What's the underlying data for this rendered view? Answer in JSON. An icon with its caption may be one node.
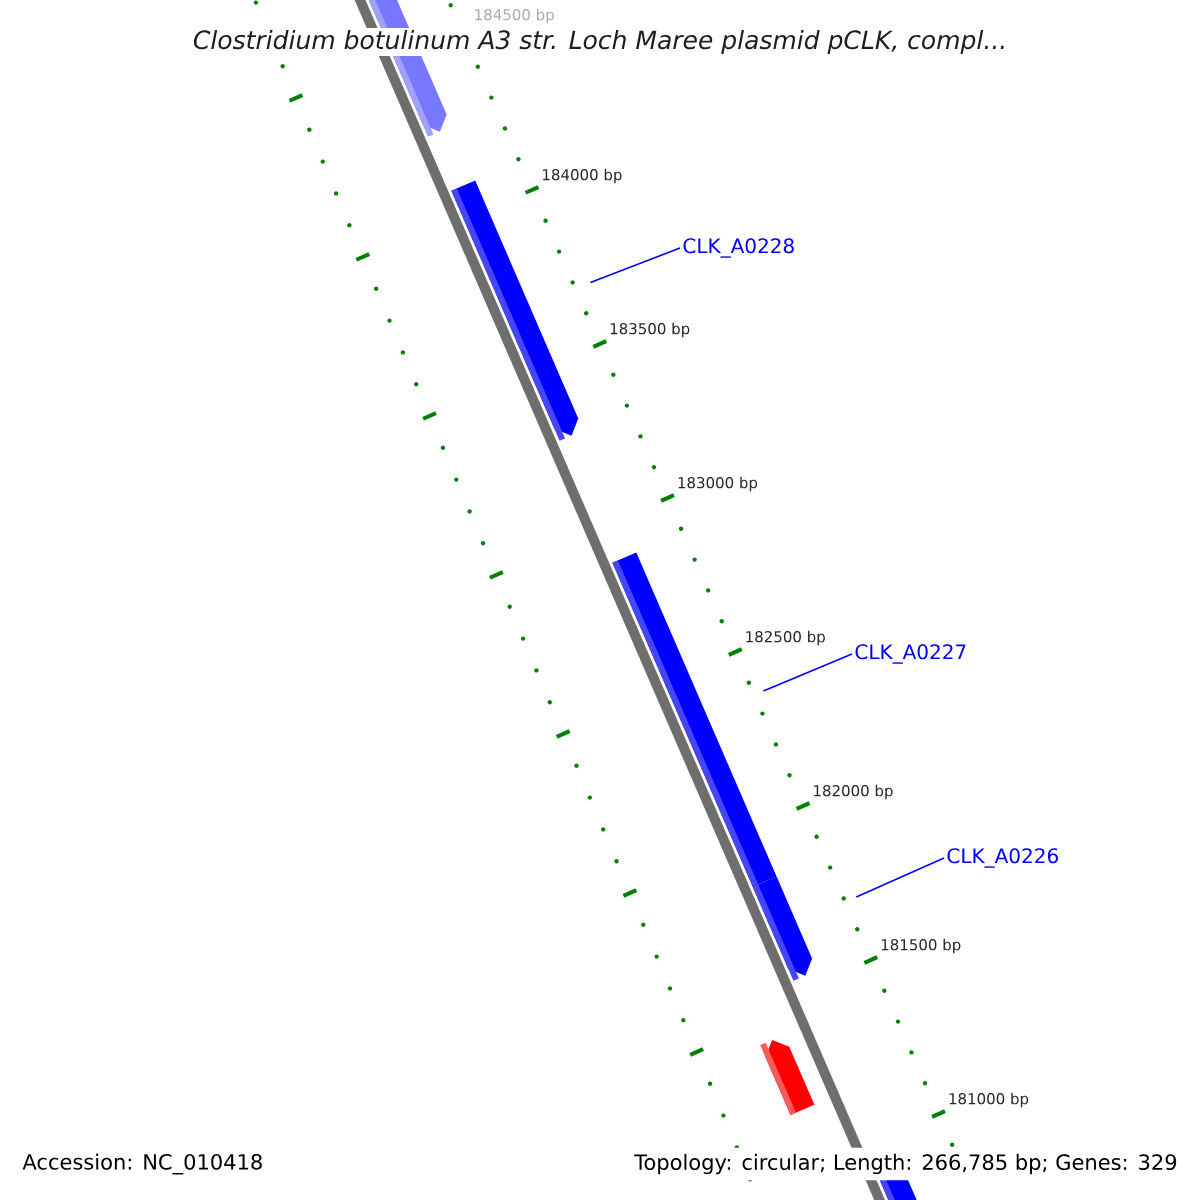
{
  "diagram": {
    "title": "Clostridium botulinum A3 str. Loch Maree plasmid pCLK, compl...",
    "nodes": [
      {
        "text": [
          "CLK_A0228"
        ]
      },
      {
        "text": [],
        "shape": "bar"
      },
      {
        "text": [
          "CLK_A0227"
        ]
      },
      {
        "text": [],
        "shape": "bar"
      },
      {
        "text": [
          "CLK_A0226"
        ]
      },
      {
        "text": [],
        "shape": "bar"
      }
    ],
    "edges": [
      {
        "from": 0,
        "to": 1,
        "arrow": "none"
      },
      {
        "from": 2,
        "to": 3,
        "arrow": "none"
      },
      {
        "from": 4,
        "to": 5,
        "arrow": "none"
      }
    ],
    "labels": [
      "184500 bp",
      "184000 bp",
      "183500 bp",
      "183000 bp",
      "182500 bp",
      "182000 bp",
      "181500 bp",
      "181000 bp",
      "Accession: NC_010418",
      "Topology: circular; Length: 266,785 bp; Genes: 329"
    ]
  }
}
